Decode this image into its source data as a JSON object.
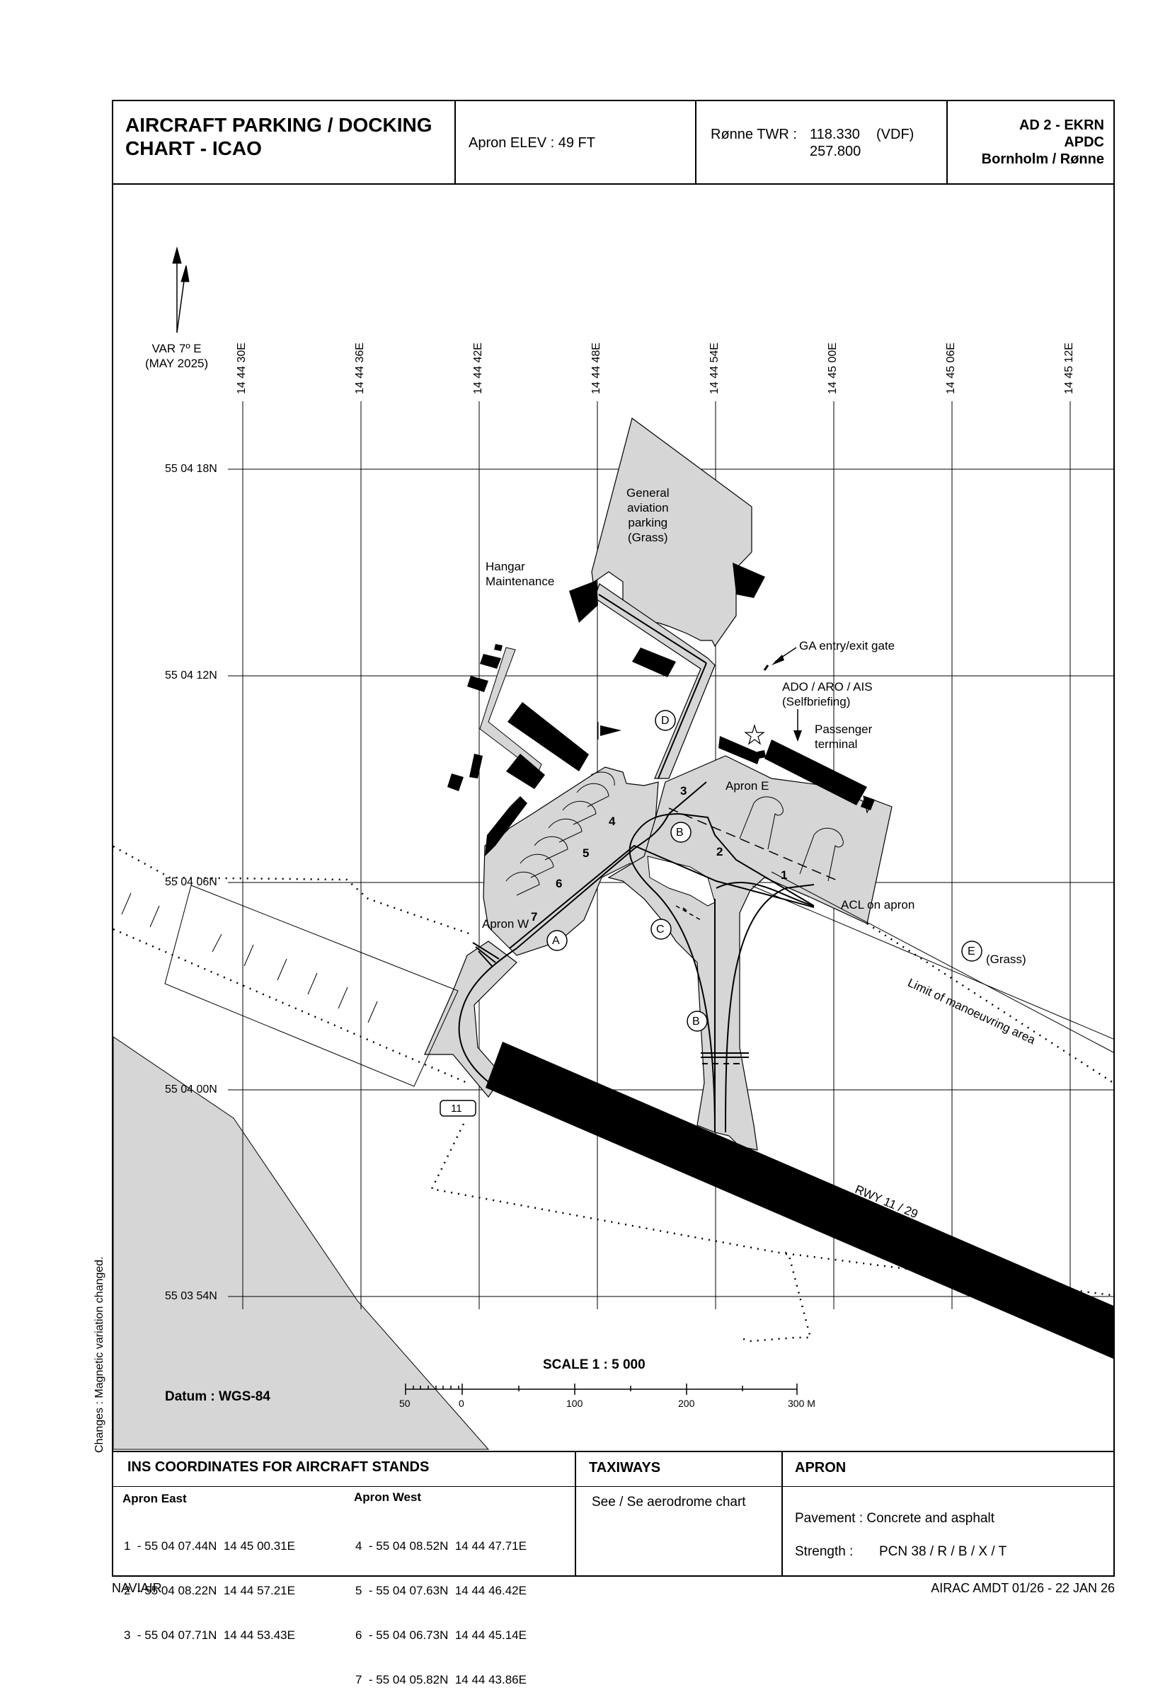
{
  "header": {
    "title_line1": "AIRCRAFT PARKING / DOCKING",
    "title_line2": "CHART - ICAO",
    "apron_elev": "Apron ELEV :  49 FT",
    "twr_label": "Rønne  TWR :",
    "twr_freq1": "118.330",
    "twr_vdf": "(VDF)",
    "twr_freq2": "257.800",
    "ref_line1": "AD 2 - EKRN",
    "ref_line2": "APDC",
    "ref_line3": "Bornholm / Rønne"
  },
  "map": {
    "var_line1": "VAR 7º E",
    "var_line2": "(MAY 2025)",
    "lon_ticks": [
      "14 44 30E",
      "14 44 36E",
      "14 44 42E",
      "14 44 48E",
      "14 44 54E",
      "14 45 00E",
      "14 45 06E",
      "14 45 12E"
    ],
    "lat_ticks": [
      "55 04 18N",
      "55 04 12N",
      "55 04 06N",
      "55 04 00N",
      "55 03 54N"
    ],
    "labels": {
      "ga_parking": [
        "General",
        "aviation",
        "parking",
        "(Grass)"
      ],
      "hangar": [
        "Hangar",
        "Maintenance"
      ],
      "ga_gate": "GA entry/exit gate",
      "ado": [
        "ADO / ARO / AIS",
        "(Selfbriefing)"
      ],
      "terminal": [
        "Passenger",
        "terminal"
      ],
      "apron_e": "Apron E",
      "apron_w": "Apron W",
      "acl": "ACL on apron",
      "grass": "(Grass)",
      "limit": "Limit of manoeuvring area",
      "rwy": "RWY 11 / 29",
      "holding": "11"
    },
    "stands": [
      "1",
      "2",
      "3",
      "4",
      "5",
      "6",
      "7"
    ],
    "taxiways": [
      "A",
      "B",
      "B",
      "C",
      "D",
      "E"
    ],
    "scale_title": "SCALE  1 : 5 000",
    "scale_ticks": [
      "50",
      "0",
      "100",
      "200",
      "300 M"
    ],
    "datum": "Datum :  WGS-84",
    "changes_note": "Changes : Magnetic variation changed."
  },
  "bottom": {
    "ins_title": "INS COORDINATES FOR AIRCRAFT STANDS",
    "apron_east_title": "Apron East",
    "apron_east": [
      "1  - 55 04 07.44N  14 45 00.31E",
      "2  - 55 04 08.22N  14 44 57.21E",
      "3  - 55 04 07.71N  14 44 53.43E"
    ],
    "apron_west_title": "Apron West",
    "apron_west": [
      "4  - 55 04 08.52N  14 44 47.71E",
      "5  - 55 04 07.63N  14 44 46.42E",
      "6  - 55 04 06.73N  14 44 45.14E",
      "7  - 55 04 05.82N  14 44 43.86E"
    ],
    "taxiways_title": "TAXIWAYS",
    "taxiways_text": "See / Se aerodrome chart",
    "apron_title": "APRON",
    "pavement": "Pavement :  Concrete and asphalt",
    "strength_label": "Strength :",
    "strength_value": "PCN 38 / R / B / X / T"
  },
  "footer": {
    "left": "NAVIAIR",
    "right": "AIRAC AMDT 01/26 - 22 JAN 26"
  }
}
